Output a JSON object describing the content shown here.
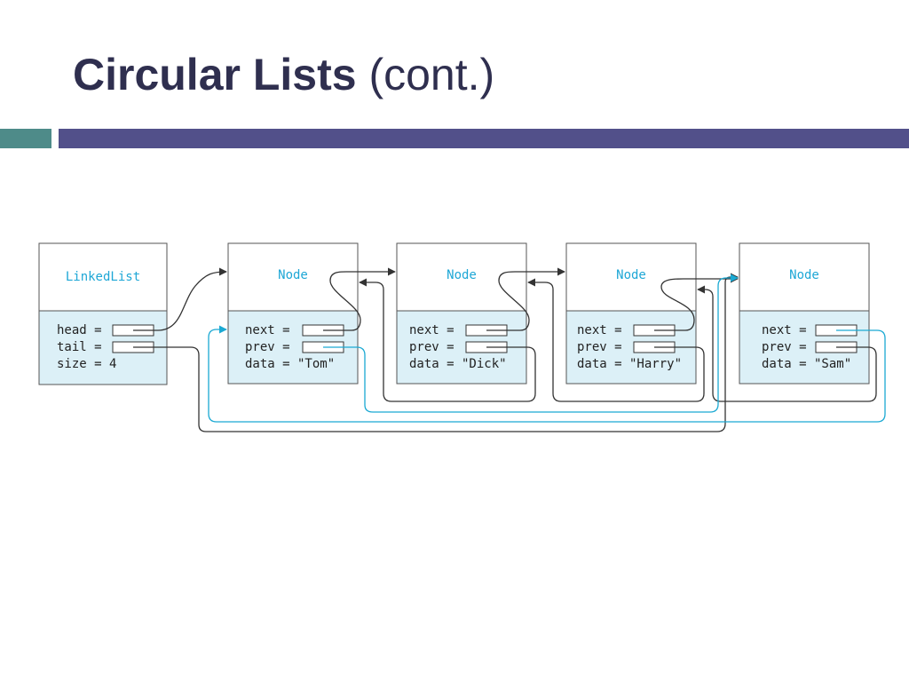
{
  "title": {
    "main": "Circular Lists",
    "suffix": "(cont.)"
  },
  "colors": {
    "title": "#2f2f4f",
    "bar_teal": "#4e8b89",
    "bar_purple": "#52508a",
    "box_fill": "#dcf0f7",
    "class_name": "#1ea7d6",
    "field_text": "#222222",
    "pointer_dark": "#333333",
    "pointer_cyan": "#1ba9d3"
  },
  "diagram": {
    "linked_list": {
      "class_name": "LinkedList",
      "head_label": "head =",
      "tail_label": "tail =",
      "size_label": "size = 4"
    },
    "nodes": [
      {
        "class_name": "Node",
        "next_label": "next =",
        "prev_label": "prev =",
        "data_label": "data = \"Tom\""
      },
      {
        "class_name": "Node",
        "next_label": "next =",
        "prev_label": "prev =",
        "data_label": "data = \"Dick\""
      },
      {
        "class_name": "Node",
        "next_label": "next =",
        "prev_label": "prev =",
        "data_label": "data = \"Harry\""
      },
      {
        "class_name": "Node",
        "next_label": "next =",
        "prev_label": "prev =",
        "data_label": "data = \"Sam\""
      }
    ]
  }
}
